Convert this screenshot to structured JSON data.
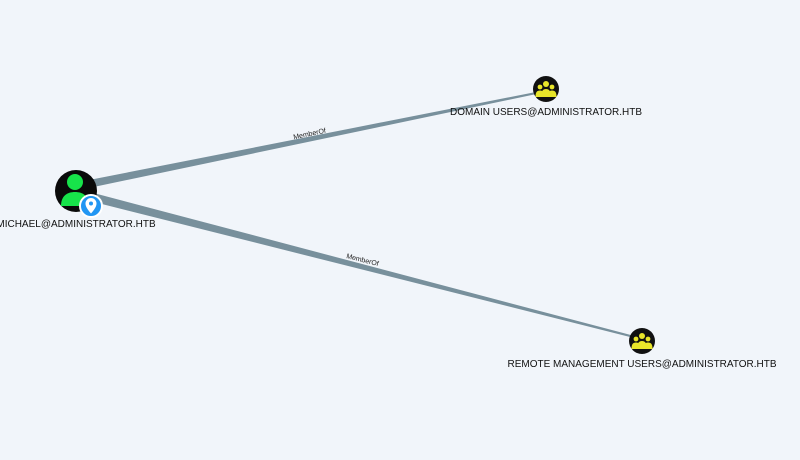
{
  "colors": {
    "background": "#f1f5fa",
    "edge": "#78909c",
    "user_node_fill": "#0a0a0a",
    "user_glyph": "#17e34a",
    "group_node_fill": "#111111",
    "group_glyph": "#e9e62a",
    "start_marker": "#2196f3"
  },
  "nodes": {
    "michael": {
      "label": "MICHAEL@ADMINISTRATOR.HTB",
      "kind": "user",
      "icon": "user-icon",
      "is_start_node": true,
      "marker_icon": "location-pin-icon"
    },
    "domain_users": {
      "label": "DOMAIN USERS@ADMINISTRATOR.HTB",
      "kind": "group",
      "icon": "group-icon"
    },
    "remote_mgmt": {
      "label": "REMOTE MANAGEMENT USERS@ADMINISTRATOR.HTB",
      "kind": "group",
      "icon": "group-icon"
    }
  },
  "edges": [
    {
      "from": "michael",
      "to": "domain_users",
      "label": "MemberOf"
    },
    {
      "from": "michael",
      "to": "remote_mgmt",
      "label": "MemberOf"
    }
  ]
}
